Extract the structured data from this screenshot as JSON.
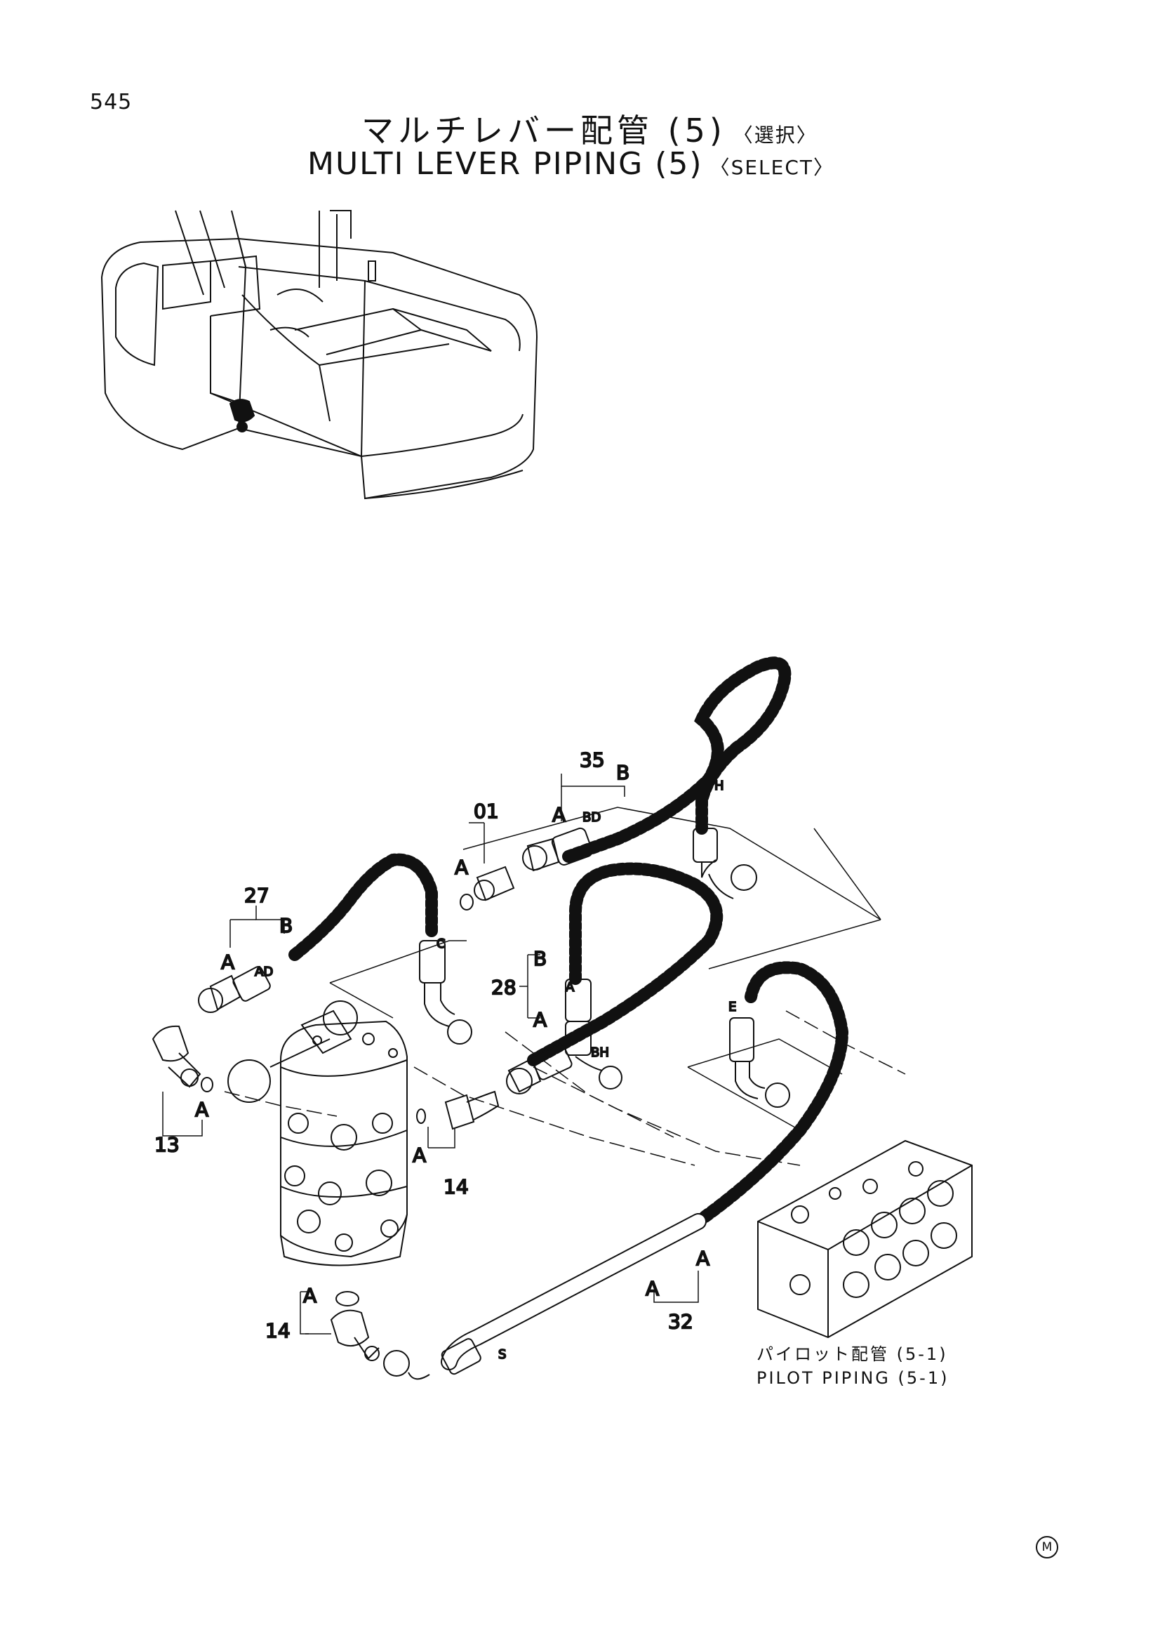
{
  "page_number": "545",
  "title": {
    "jp": "マルチレバー配管 (5)",
    "jp_sub": "〈選択〉",
    "en": "MULTI LEVER PIPING (5)",
    "en_sub": "〈SELECT〉"
  },
  "part_numbers": [
    "35",
    "01",
    "27",
    "28",
    "13",
    "14",
    "14",
    "32"
  ],
  "port_labels": [
    "A",
    "B",
    "A",
    "A",
    "B",
    "B",
    "A",
    "A",
    "A",
    "A",
    "A",
    "A",
    "B",
    "A"
  ],
  "port_codes": [
    "BD",
    "AD",
    "BH",
    "H",
    "C",
    "E",
    "S",
    "A"
  ],
  "reference": {
    "jp": "パイロット配管 (5-1)",
    "en": "PILOT PIPING (5-1)"
  },
  "mark": "M"
}
